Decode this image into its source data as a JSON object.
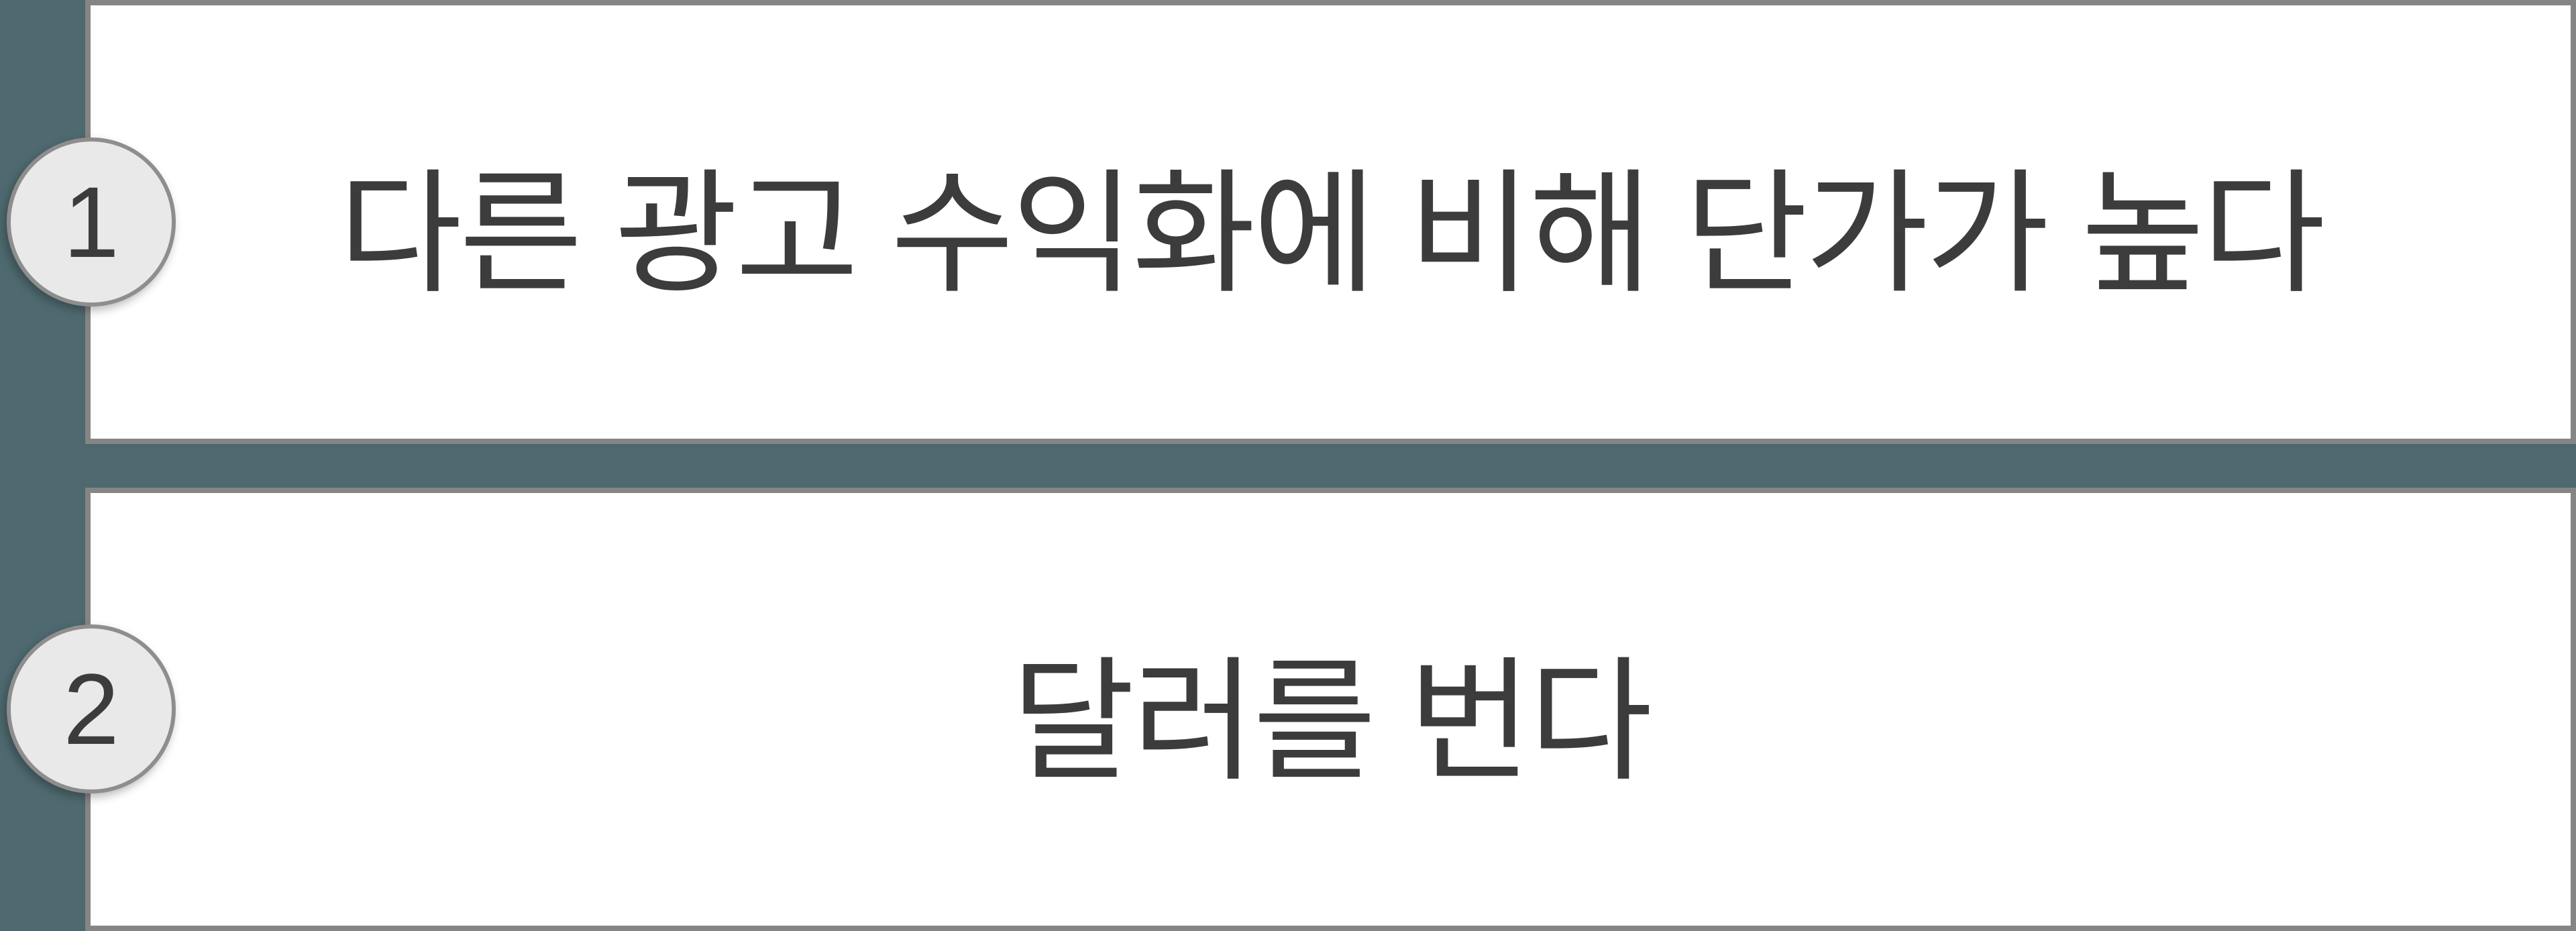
{
  "colors": {
    "background": "#4e6a70",
    "card_fill": "#ffffff",
    "card_border": "#858585",
    "badge_fill": "#e9e9e9",
    "badge_border": "#8e8e8e",
    "text": "#3c3c3c"
  },
  "items": [
    {
      "number": "1",
      "text": "다른 광고 수익화에 비해 단가가 높다"
    },
    {
      "number": "2",
      "text": "달러를 번다"
    }
  ]
}
